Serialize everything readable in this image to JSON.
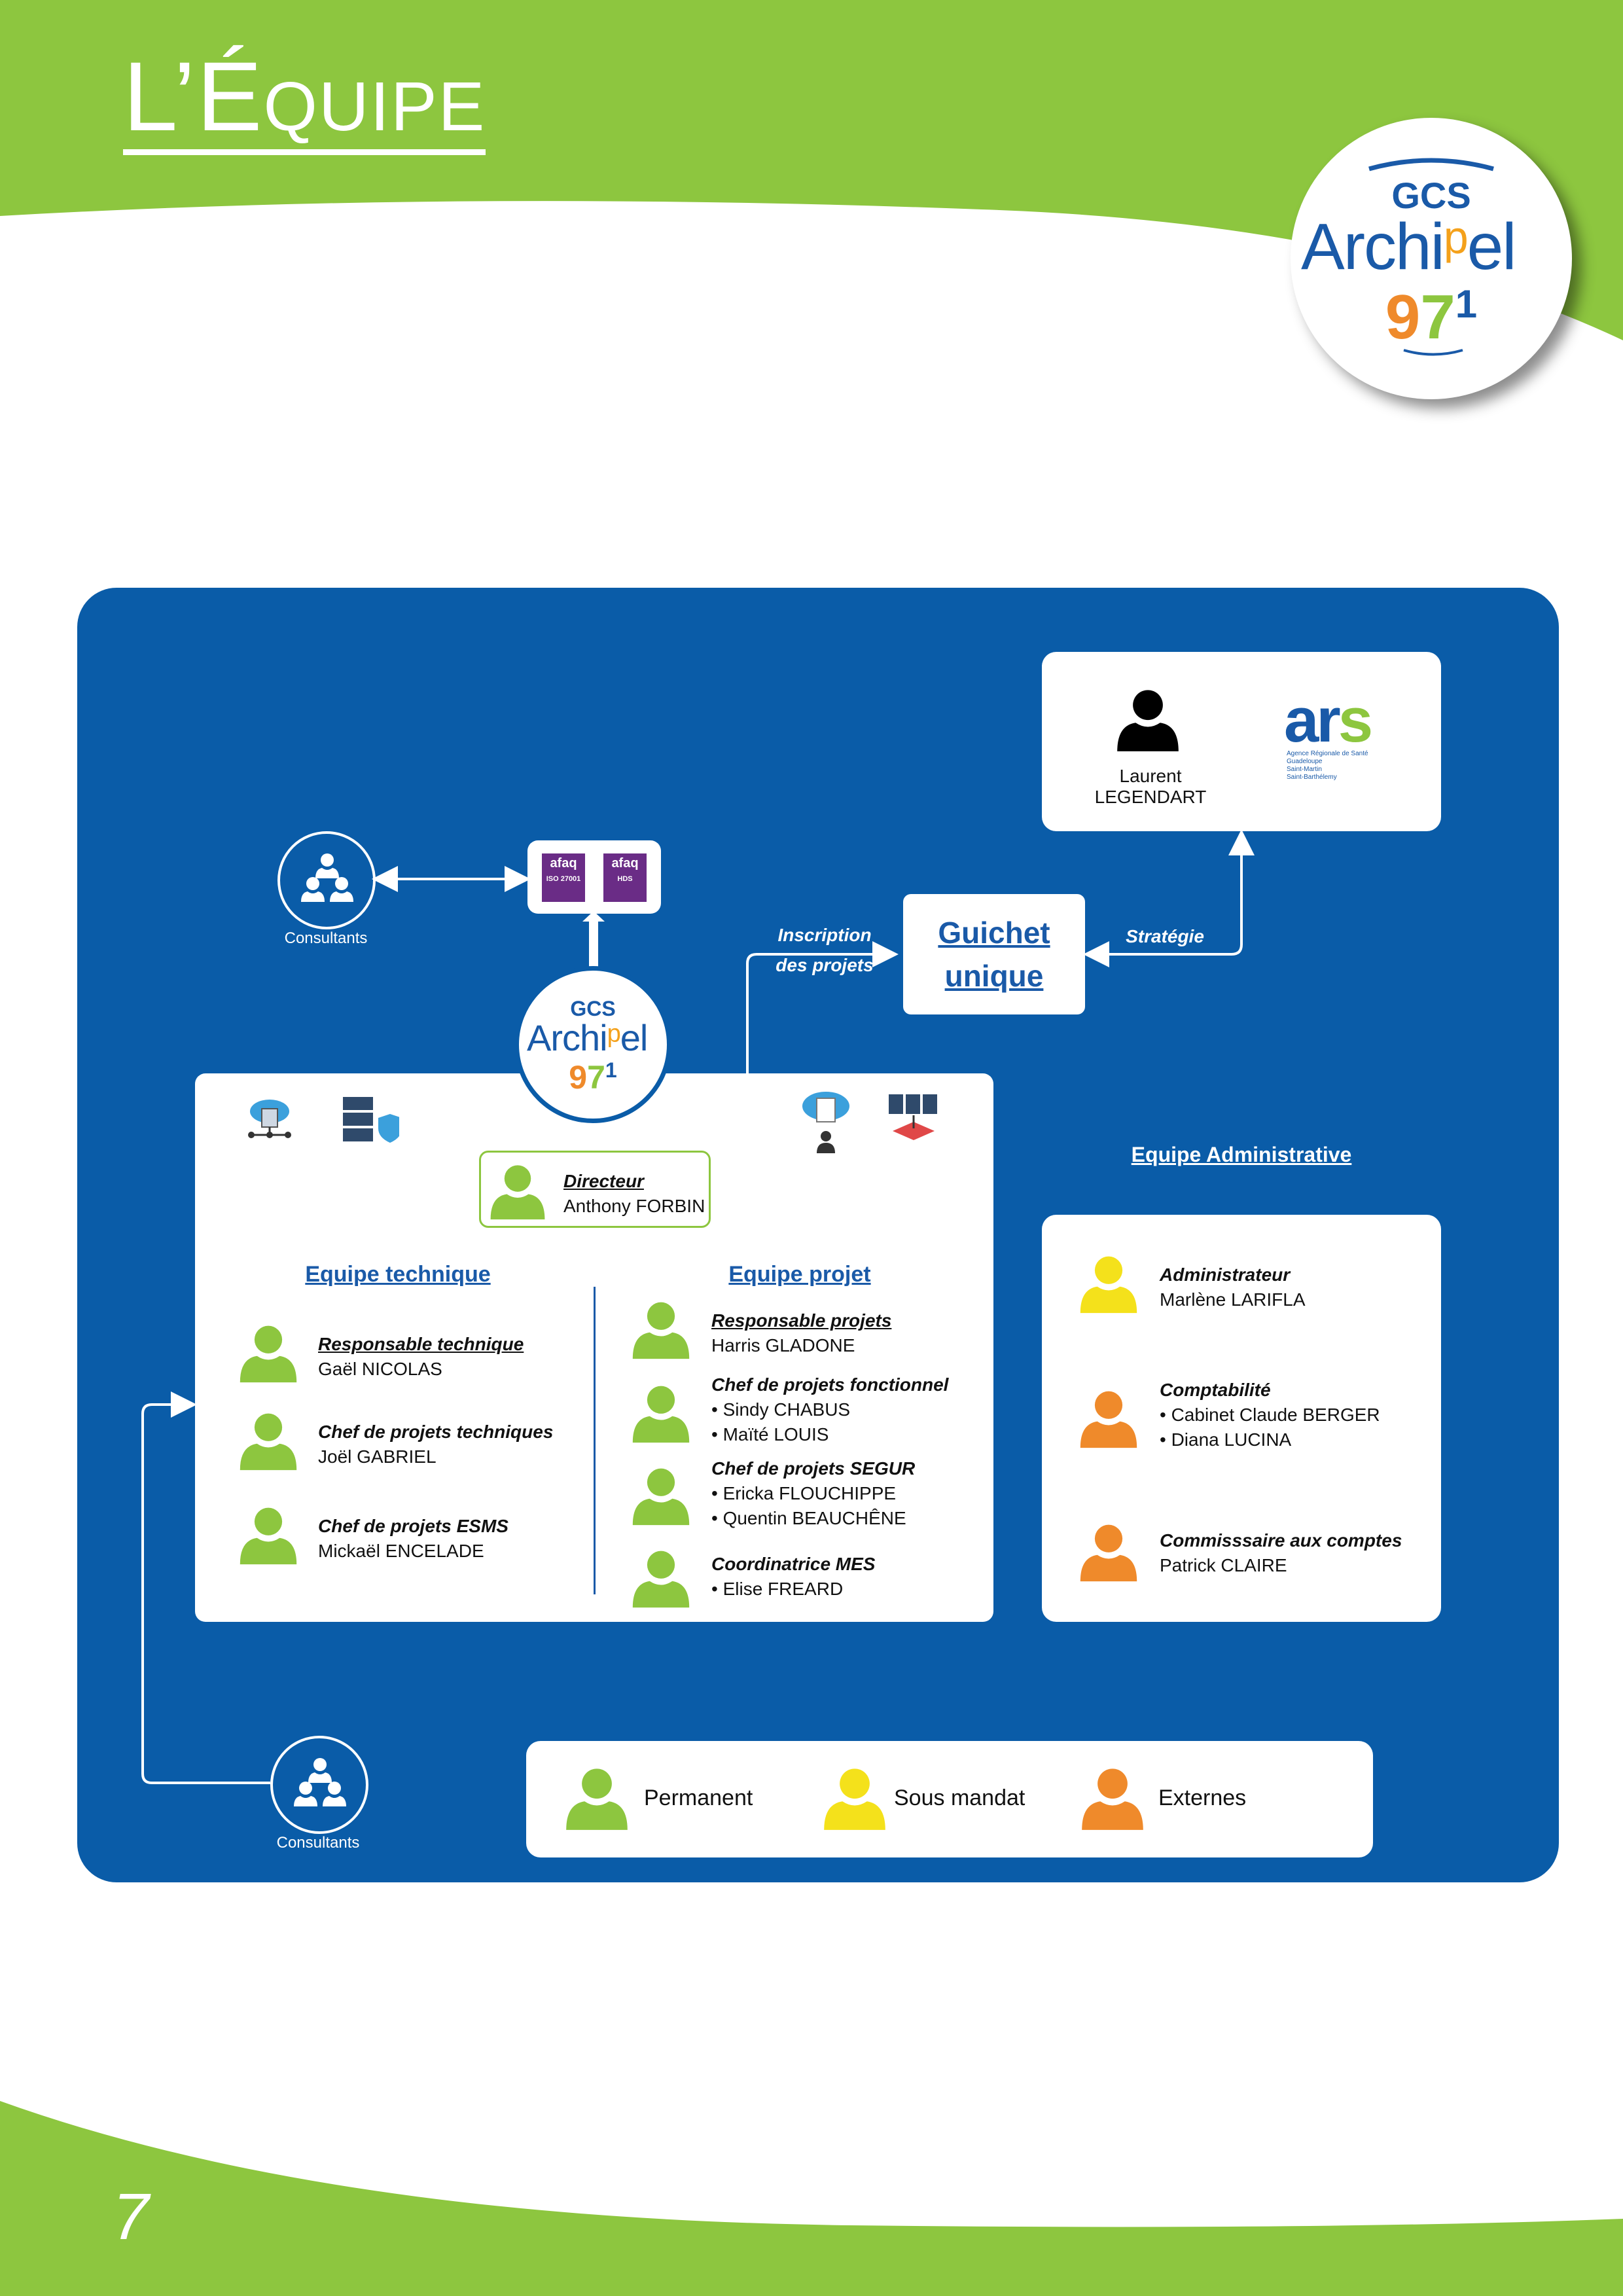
{
  "header": {
    "title_big": "L’É",
    "title_small": "QUIPE"
  },
  "logo": {
    "gcs": "GCS",
    "name_a": "Archi",
    "name_b": "el",
    "num_9": "9",
    "num_7": "7",
    "num_1": "1"
  },
  "consultants_top": {
    "label": "Consultants"
  },
  "consultants_bottom": {
    "label": "Consultants"
  },
  "arrows": {
    "inscription_line1": "Inscription",
    "inscription_line2": "des projets",
    "strategie": "Stratégie"
  },
  "guichet": {
    "line1": "Guichet",
    "line2": "unique"
  },
  "ars": {
    "person": "Laurent LEGENDART",
    "logo_text": "ars",
    "sub1": "Agence Régionale de Santé",
    "sub2": "Guadeloupe",
    "sub3": "Saint-Martin",
    "sub4": "Saint-Barthélemy"
  },
  "afaq": {
    "badge1_top": "afaq",
    "badge1_mid": "ISO 27001",
    "badge2_top": "afaq",
    "badge2_mid": "HDS"
  },
  "directeur": {
    "role": "Directeur",
    "name": "Anthony FORBIN"
  },
  "equipe_technique": {
    "heading": "Equipe technique",
    "members": [
      {
        "role": "Responsable technique",
        "name": "Gaël NICOLAS"
      },
      {
        "role": "Chef de projets techniques",
        "name": "Joël GABRIEL"
      },
      {
        "role": "Chef de projets ESMS",
        "name": "Mickaël ENCELADE"
      }
    ]
  },
  "equipe_projet": {
    "heading": "Equipe projet",
    "members": [
      {
        "role": "Responsable projets",
        "names": [
          "Harris GLADONE"
        ]
      },
      {
        "role": "Chef de projets fonctionnel",
        "names": [
          "• Sindy CHABUS",
          "• Maïté LOUIS"
        ]
      },
      {
        "role": "Chef de projets SEGUR",
        "names": [
          "• Ericka FLOUCHIPPE",
          "• Quentin BEAUCHÊNE"
        ]
      },
      {
        "role": "Coordinatrice MES",
        "names": [
          "• Elise FREARD"
        ]
      }
    ]
  },
  "equipe_admin": {
    "heading": "Equipe Administrative",
    "members": [
      {
        "role": "Administrateur",
        "names": [
          "Marlène LARIFLA"
        ],
        "status": "Sous mandat"
      },
      {
        "role": "Comptabilité",
        "names": [
          "• Cabinet Claude BERGER",
          "• Diana LUCINA"
        ],
        "status": "Externes"
      },
      {
        "role": "Commisssaire aux comptes",
        "names": [
          "Patrick CLAIRE"
        ],
        "status": "Externes"
      }
    ]
  },
  "legend": {
    "permanent": "Permanent",
    "sous_mandat": "Sous mandat",
    "externes": "Externes"
  },
  "colors": {
    "green": "#8dc63f",
    "yellow": "#f4e11b",
    "orange": "#ef8a2b",
    "blue": "#0a5ca8",
    "dark_blue": "#1a5aa8",
    "black": "#111111"
  },
  "page_number": "7"
}
